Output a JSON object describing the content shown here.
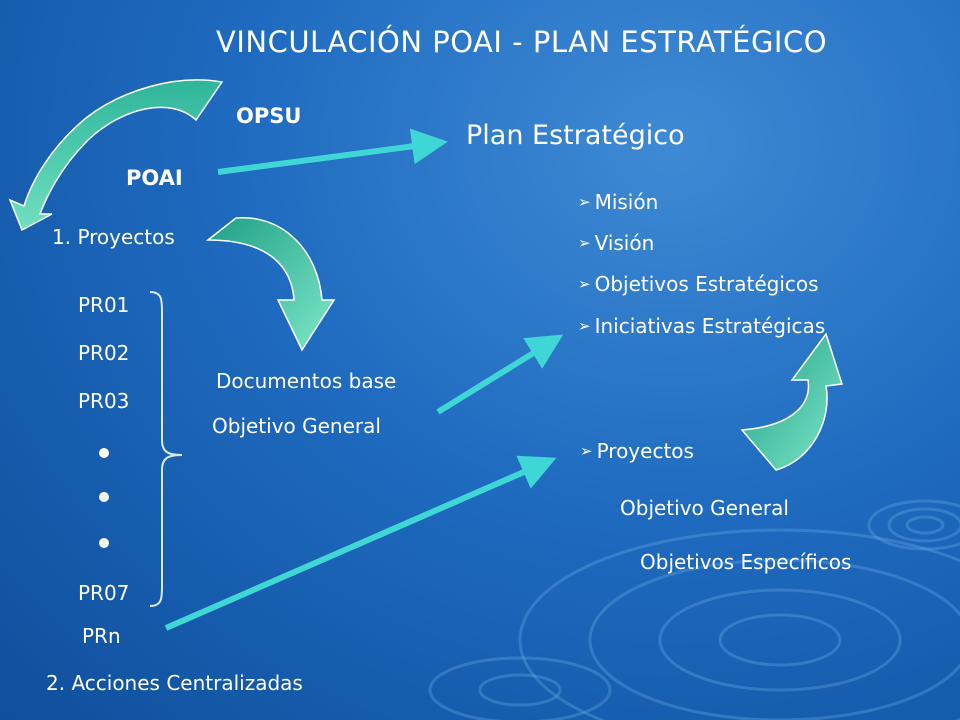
{
  "title": "VINCULACIÓN POAI  -  PLAN ESTRATÉGICO",
  "left": {
    "opsu": "OPSU",
    "poai": "POAI",
    "proyectos": "1. Proyectos",
    "projects": [
      "PR01",
      "PR02",
      "PR03"
    ],
    "ellipsis_dots": 3,
    "last_projects": [
      "PR07",
      "PRn"
    ],
    "acciones": "2. Acciones Centralizadas"
  },
  "middle": {
    "documentos_base": "Documentos base",
    "objetivo_general": "Objetivo General"
  },
  "right": {
    "plan_estrategico": "Plan Estratégico",
    "bullet_glyph": "➢",
    "items": [
      "Misión",
      "Visión",
      "Objetivos Estratégicos",
      "Iniciativas Estratégicas"
    ],
    "proyectos": "Proyectos",
    "objetivo_general": "Objetivo General",
    "objetivos_especificos": "Objetivos Específicos"
  },
  "colors": {
    "arrow_fill_top": "#2fb59a",
    "arrow_fill_bottom": "#6fe0c0",
    "arrow_stroke": "#ffffff",
    "connector": "#3fd6d6",
    "background_light": "#3f8ad4",
    "background_dark": "#0f4f9c"
  }
}
